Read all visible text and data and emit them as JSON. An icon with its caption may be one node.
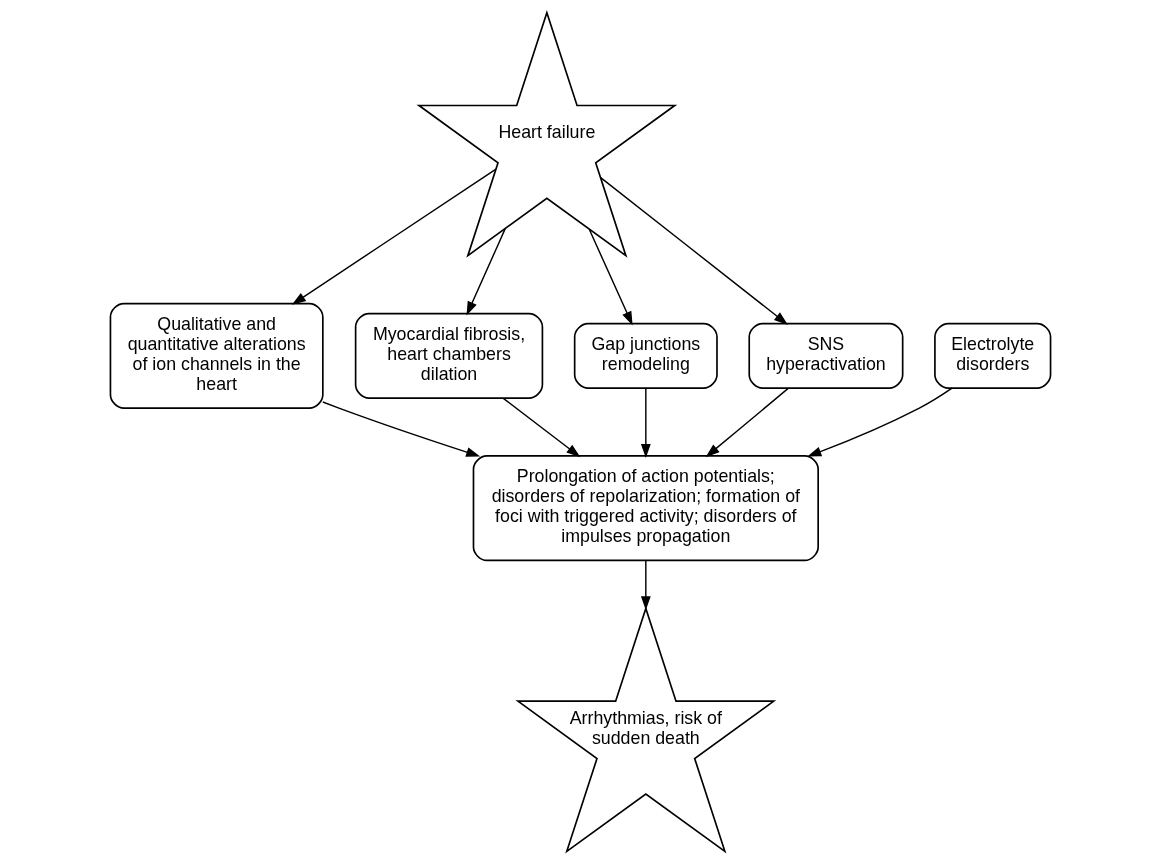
{
  "diagram": {
    "nodes": [
      {
        "text": [
          "Heart failure"
        ]
      },
      {
        "text": [
          "Qualitative and quantitative alterations of ion channels in the heart"
        ]
      },
      {
        "text": [
          "Myocardial fibrosis, heart chambers dilation"
        ]
      },
      {
        "text": [
          "Gap junctions remodeling"
        ]
      },
      {
        "text": [
          "Electrolyte disorders"
        ]
      },
      {
        "text": [
          "SNS hyperactivation"
        ]
      },
      {
        "text": [
          "Prolongation of action potentials; disorders of repolarization; formation of foci with triggered activity; disorders of impulses propagation"
        ]
      },
      {
        "text": [
          "Arrhythmias, risk of sudden death"
        ]
      }
    ],
    "edges": [
      {
        "from": 0,
        "to": 1,
        "arrow": "to"
      },
      {
        "from": 0,
        "to": 3,
        "arrow": "to"
      },
      {
        "from": 0,
        "to": 5,
        "arrow": "to"
      },
      {
        "from": 0,
        "to": 2,
        "arrow": "to"
      },
      {
        "from": 1,
        "to": 6,
        "arrow": "to"
      },
      {
        "from": 3,
        "to": 6,
        "arrow": "to"
      },
      {
        "from": 4,
        "to": 6,
        "arrow": "to"
      },
      {
        "from": 5,
        "to": 6,
        "arrow": "to"
      },
      {
        "from": 2,
        "to": 6,
        "arrow": "to"
      },
      {
        "from": 6,
        "to": 7,
        "arrow": "to"
      }
    ]
  }
}
